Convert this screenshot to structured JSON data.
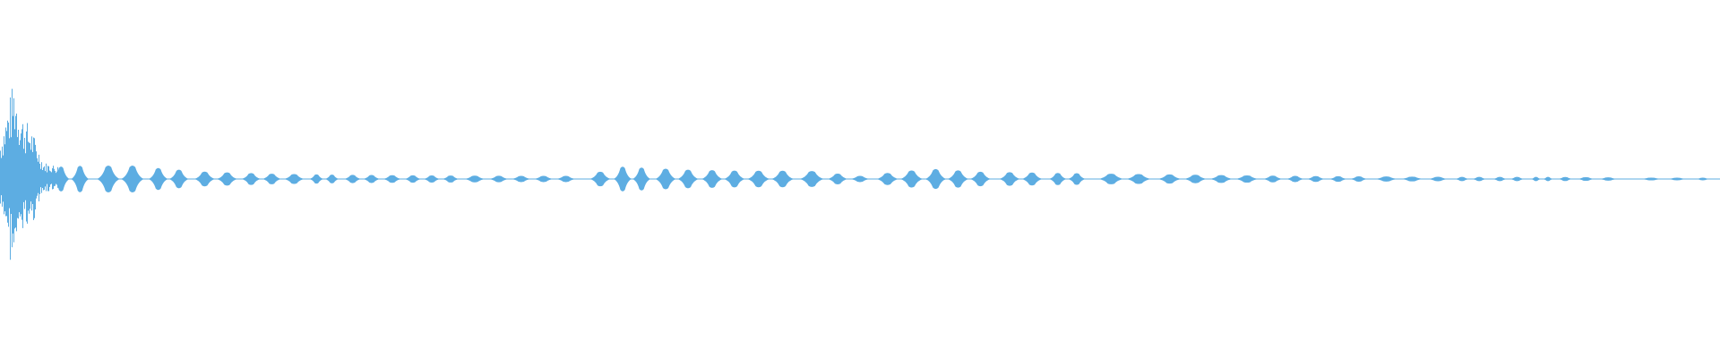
{
  "waveform": {
    "color": "#5DADE2",
    "background": "#ffffff",
    "amplitude_envelope": [
      {
        "t": 0.0,
        "a": 0.38
      },
      {
        "t": 0.008,
        "a": 0.95
      },
      {
        "t": 0.012,
        "a": 0.62
      },
      {
        "t": 0.018,
        "a": 0.48
      },
      {
        "t": 0.025,
        "a": 0.16
      },
      {
        "t": 0.035,
        "a": 0.12
      },
      {
        "t": 0.05,
        "a": 0.13
      },
      {
        "t": 0.065,
        "a": 0.13
      },
      {
        "t": 0.08,
        "a": 0.13
      },
      {
        "t": 0.095,
        "a": 0.1
      },
      {
        "t": 0.12,
        "a": 0.07
      },
      {
        "t": 0.16,
        "a": 0.05
      },
      {
        "t": 0.2,
        "a": 0.04
      },
      {
        "t": 0.25,
        "a": 0.035
      },
      {
        "t": 0.3,
        "a": 0.03
      },
      {
        "t": 0.34,
        "a": 0.03
      },
      {
        "t": 0.36,
        "a": 0.12
      },
      {
        "t": 0.4,
        "a": 0.09
      },
      {
        "t": 0.43,
        "a": 0.08
      },
      {
        "t": 0.47,
        "a": 0.08
      },
      {
        "t": 0.5,
        "a": 0.03
      },
      {
        "t": 0.54,
        "a": 0.1
      },
      {
        "t": 0.57,
        "a": 0.07
      },
      {
        "t": 0.61,
        "a": 0.06
      },
      {
        "t": 0.65,
        "a": 0.05
      },
      {
        "t": 0.7,
        "a": 0.04
      },
      {
        "t": 0.75,
        "a": 0.03
      },
      {
        "t": 0.8,
        "a": 0.025
      },
      {
        "t": 0.85,
        "a": 0.02
      },
      {
        "t": 0.9,
        "a": 0.02
      },
      {
        "t": 0.95,
        "a": 0.015
      },
      {
        "t": 1.0,
        "a": 0.005
      }
    ],
    "bursts": [
      0.0355,
      0.0465,
      0.063,
      0.077,
      0.092,
      0.104,
      0.119,
      0.132,
      0.146,
      0.158,
      0.171,
      0.184,
      0.193,
      0.205,
      0.216,
      0.228,
      0.24,
      0.251,
      0.262,
      0.276,
      0.29,
      0.303,
      0.316,
      0.329,
      0.349,
      0.362,
      0.373,
      0.387,
      0.4,
      0.414,
      0.427,
      0.441,
      0.455,
      0.472,
      0.487,
      0.5,
      0.516,
      0.53,
      0.544,
      0.557,
      0.57,
      0.587,
      0.6,
      0.615,
      0.626,
      0.646,
      0.662,
      0.68,
      0.695,
      0.71,
      0.725,
      0.74,
      0.753,
      0.765,
      0.778,
      0.79,
      0.806,
      0.821,
      0.836,
      0.85,
      0.86,
      0.872,
      0.882,
      0.893,
      0.9,
      0.91,
      0.922,
      0.935,
      0.96,
      0.975,
      0.99
    ]
  }
}
